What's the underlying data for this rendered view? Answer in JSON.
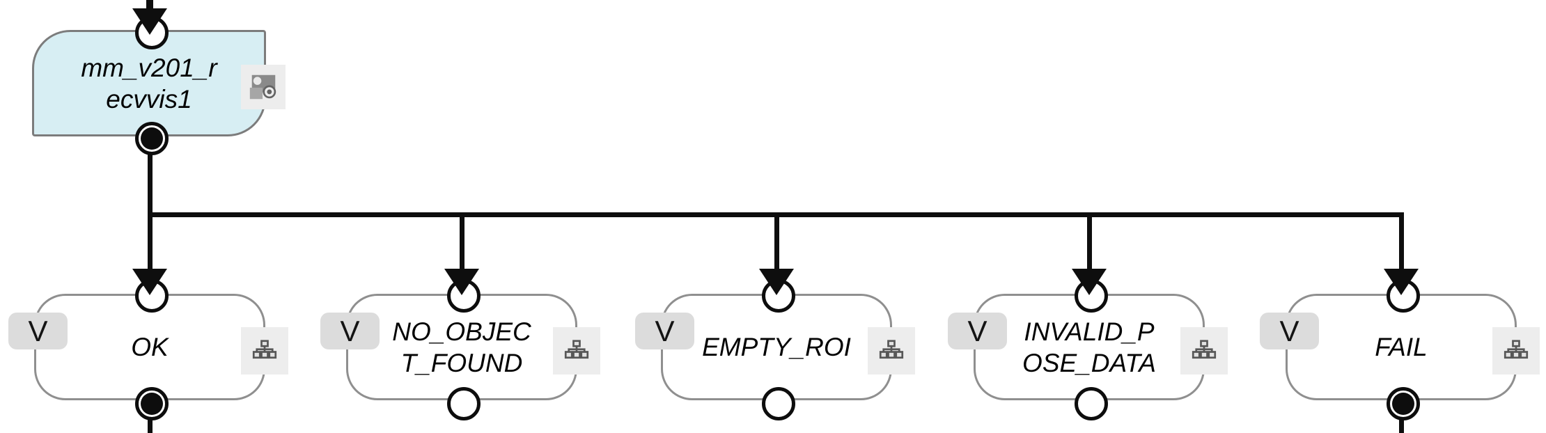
{
  "diagram": {
    "type": "robot-program-flowchart",
    "colors": {
      "background": "#ffffff",
      "edge": "#0e0e0e",
      "root_node_fill": "#d7eef3",
      "root_node_border": "#7c7c7c",
      "branch_node_fill": "#ffffff",
      "branch_node_border": "#8f8f8f",
      "badge_background": "#dcdcdc",
      "icon_plate_background": "#ededed",
      "label_text": "#030303"
    },
    "root": {
      "label": "mm_v201_recvvis1",
      "lines": [
        "mm_v201_r",
        "ecvvis1"
      ],
      "icon": "vision-program-icon",
      "input_port": "empty",
      "output_port": "filled"
    },
    "branches": [
      {
        "label": "OK",
        "lines": [
          "OK",
          ""
        ],
        "badge": "V",
        "icon": "subprogram-tree-icon",
        "output_port": "filled",
        "continues_down": true
      },
      {
        "label": "NO_OBJECT_FOUND",
        "lines": [
          "NO_OBJEC",
          "T_FOUND"
        ],
        "badge": "V",
        "icon": "subprogram-tree-icon",
        "output_port": "empty",
        "continues_down": false
      },
      {
        "label": "EMPTY_ROI",
        "lines": [
          "EMPTY_ROI",
          ""
        ],
        "badge": "V",
        "icon": "subprogram-tree-icon",
        "output_port": "empty",
        "continues_down": false
      },
      {
        "label": "INVALID_POSE_DATA",
        "lines": [
          "INVALID_P",
          "OSE_DATA"
        ],
        "badge": "V",
        "icon": "subprogram-tree-icon",
        "output_port": "empty",
        "continues_down": false
      },
      {
        "label": "FAIL",
        "lines": [
          "FAIL",
          ""
        ],
        "badge": "V",
        "icon": "subprogram-tree-icon",
        "output_port": "filled",
        "continues_down": true
      }
    ]
  }
}
